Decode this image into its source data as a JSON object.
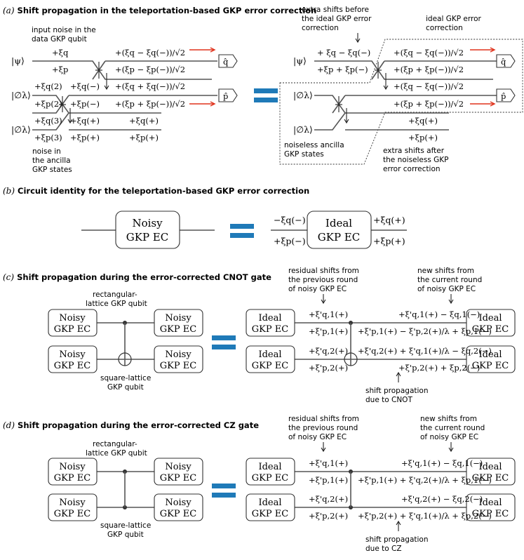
{
  "sections": {
    "a": {
      "label": "(a)",
      "title": "Shift propagation in the teleportation-based GKP error correction"
    },
    "b": {
      "label": "(b)",
      "title": "Circuit identity for the teleportation-based GKP error correction"
    },
    "c": {
      "label": "(c)",
      "title": "Shift propagation during the error-corrected CNOT gate"
    },
    "d": {
      "label": "(d)",
      "title": "Shift propagation during the error-corrected CZ gate"
    }
  },
  "a": {
    "notes": {
      "input_1": "input noise in the",
      "input_2": "data GKP qubit",
      "noise_1": "noise in",
      "noise_2": "the ancilla",
      "noise_3": "GKP states",
      "extra_before_1": "extra shifts before",
      "extra_before_2": "the ideal GKP error",
      "extra_before_3": "correction",
      "ideal_1": "ideal GKP error",
      "ideal_2": "correction",
      "noiseless_1": "noiseless ancilla",
      "noiseless_2": "GKP states",
      "extra_after_1": "extra shifts after",
      "extra_after_2": "the noiseless GKP",
      "extra_after_3": "error correction"
    },
    "states": {
      "psi": "|ψ⟩",
      "zero": "|∅λ⟩"
    },
    "meas": {
      "q": "q̂",
      "p": "p̂"
    },
    "left": {
      "r1a": "+ξq",
      "r1b": "+ξp",
      "r2a": "+ξq(2)",
      "r2b": "+ξp(2)",
      "r3a": "+ξq(3)",
      "r3b": "+ξp(3)",
      "m1": "+ξq(−)",
      "m2": "+ξp(−)",
      "m3": "+ξq(+)",
      "m4": "+ξp(+)",
      "o1": "+(ξq − ξq(−))/√2",
      "o2": "+(ξp − ξp(−))/√2",
      "o3": "+(ξq + ξq(−))/√2",
      "o4": "+(ξp + ξp(−))/√2",
      "o5": "+ξq(+)",
      "o6": "+ξp(+)"
    },
    "right": {
      "i1": "+ ξq − ξq(−)",
      "i2": "+ξp + ξp(−)",
      "o1": "+(ξq − ξq(−))/√2",
      "o2": "+(ξp + ξp(−))/√2",
      "o3": "+(ξq − ξq(−))/√2",
      "o4": "+(ξp + ξp(−))/√2",
      "o5": "+ξq(+)",
      "o6": "+ξp(+)"
    }
  },
  "b": {
    "noisy_1": "Noisy",
    "noisy_2": "GKP EC",
    "ideal_1": "Ideal",
    "ideal_2": "GKP EC",
    "in_q": "−ξq(−)",
    "in_p": "+ξp(−)",
    "out_q": "+ξq(+)",
    "out_p": "+ξp(+)"
  },
  "c": {
    "rect_1": "rectangular-",
    "rect_2": "lattice GKP qubit",
    "sq_1": "square-lattice",
    "sq_2": "GKP qubit",
    "res_1": "residual shifts from",
    "res_2": "the previous round",
    "res_3": "of noisy GKP EC",
    "new_1": "new shifts from",
    "new_2": "the current round",
    "new_3": "of noisy GKP EC",
    "prop_1": "shift propagation",
    "prop_2": "due to CNOT",
    "noisy_1": "Noisy",
    "noisy_2": "GKP EC",
    "ideal_1": "Ideal",
    "ideal_2": "GKP EC",
    "s1": "+ξ'q,1(+)",
    "s2": "+ξ'p,1(+)",
    "s3": "+ξ'q,2(+)",
    "s4": "+ξ'p,2(+)",
    "t1": "+ξ'q,1(+) − ξq,1(−)",
    "t2": "+ξ'p,1(+) − ξ'p,2(+)/λ + ξp,1(−)",
    "t3": "+ξ'q,2(+) + ξ'q,1(+)/λ − ξq,2(−)",
    "t4": "+ξ'p,2(+) + ξp,2(−)"
  },
  "d": {
    "rect_1": "rectangular-",
    "rect_2": "lattice GKP qubit",
    "sq_1": "square-lattice",
    "sq_2": "GKP qubit",
    "res_1": "residual shifts from",
    "res_2": "the previous round",
    "res_3": "of noisy GKP EC",
    "new_1": "new shifts from",
    "new_2": "the current round",
    "new_3": "of noisy GKP EC",
    "prop_1": "shift propagation",
    "prop_2": "due to CZ",
    "noisy_1": "Noisy",
    "noisy_2": "GKP EC",
    "ideal_1": "Ideal",
    "ideal_2": "GKP EC",
    "s1": "+ξ'q,1(+)",
    "s2": "+ξ'p,1(+)",
    "s3": "+ξ'q,2(+)",
    "s4": "+ξ'p,2(+)",
    "t1": "+ξ'q,1(+) − ξq,1(−)",
    "t2": "+ξ'p,1(+) + ξ'q,2(+)/λ + ξp,1(−)",
    "t3": "+ξ'q,2(+) − ξq,2(−)",
    "t4": "+ξ'p,2(+) + ξ'q,1(+)/λ + ξp,2(−)"
  },
  "colors": {
    "equals": "#1f7ab8",
    "arrow": "#e0321c"
  }
}
